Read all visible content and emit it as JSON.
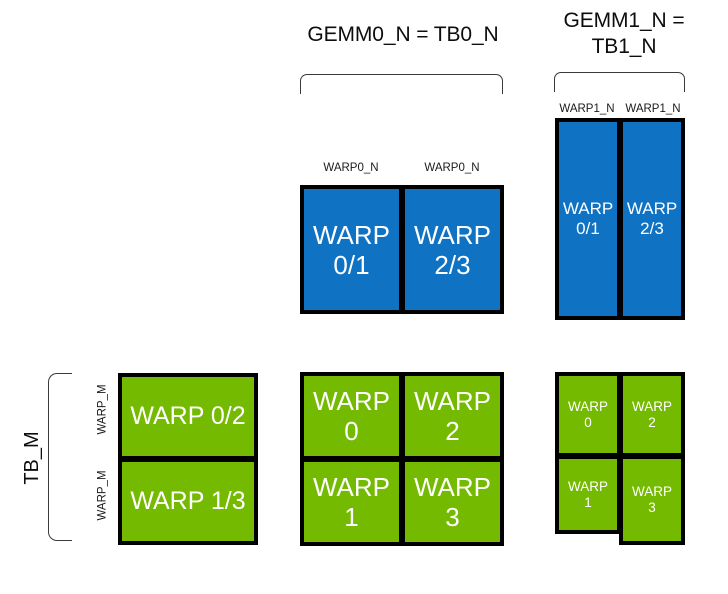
{
  "diagram": {
    "title_gemm0": "GEMM0_N = TB0_N",
    "title_gemm1": "GEMM1_N =\nTB1_N",
    "tb_m_label": "TB_M",
    "labels": {
      "warp0_n": "WARP0_N",
      "warp1_n": "WARP1_N",
      "warp_m": "WARP_M"
    },
    "colors": {
      "blue": "#0f72c3",
      "green": "#74ba00",
      "border": "#000000",
      "text_on_block": "#ffffff",
      "background": "#ffffff"
    },
    "gemm0_top_blocks": [
      {
        "text": "WARP\n0/1",
        "color": "blue",
        "top_label": "WARP0_N"
      },
      {
        "text": "WARP\n2/3",
        "color": "blue",
        "top_label": "WARP0_N"
      }
    ],
    "gemm1_top_blocks": [
      {
        "text": "WARP\n0/1",
        "color": "blue",
        "top_label": "WARP1_N"
      },
      {
        "text": "WARP\n2/3",
        "color": "blue",
        "top_label": "WARP1_N"
      }
    ],
    "left_green_blocks": [
      {
        "text": "WARP 0/2",
        "color": "green",
        "side_label": "WARP_M"
      },
      {
        "text": "WARP 1/3",
        "color": "green",
        "side_label": "WARP_M"
      }
    ],
    "middle_green_grid": [
      {
        "text": "WARP\n0",
        "color": "green"
      },
      {
        "text": "WARP\n2",
        "color": "green"
      },
      {
        "text": "WARP\n1",
        "color": "green"
      },
      {
        "text": "WARP\n3",
        "color": "green"
      }
    ],
    "right_green_grid": [
      {
        "text": "WARP\n0",
        "color": "green"
      },
      {
        "text": "WARP\n2",
        "color": "green"
      },
      {
        "text": "WARP\n1",
        "color": "green"
      },
      {
        "text": "WARP\n3",
        "color": "green"
      }
    ]
  }
}
